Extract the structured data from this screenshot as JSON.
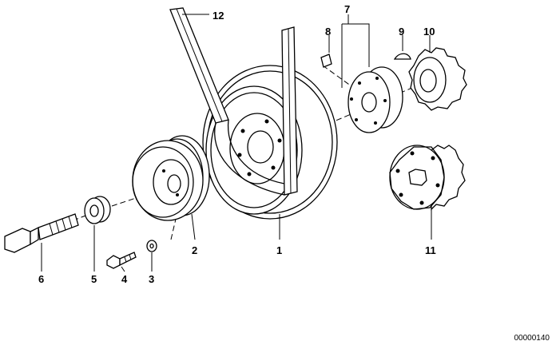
{
  "callouts": {
    "c1": "1",
    "c2": "2",
    "c3": "3",
    "c4": "4",
    "c5": "5",
    "c6": "6",
    "c7": "7",
    "c8": "8",
    "c9": "9",
    "c10": "10",
    "c11": "11",
    "c12": "12"
  },
  "document_id": "00000140"
}
